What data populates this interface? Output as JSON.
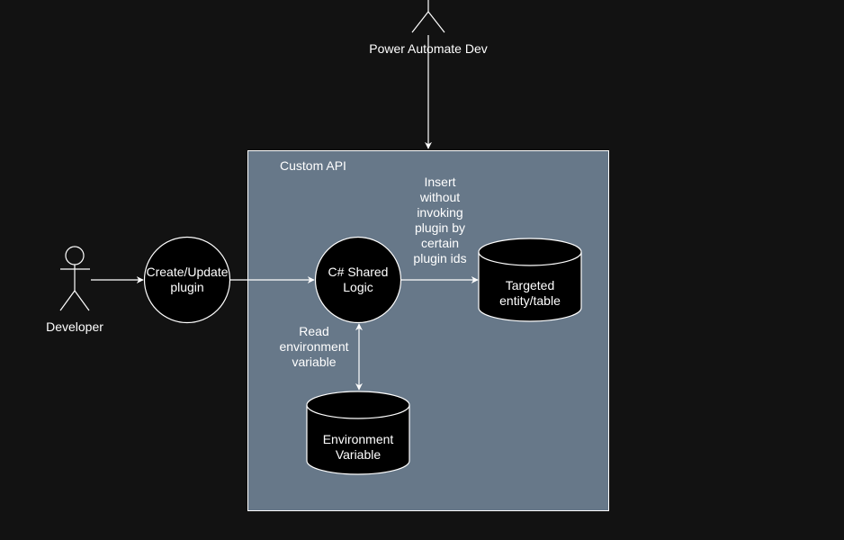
{
  "colors": {
    "background": "#121212",
    "boundary_fill": "#677889",
    "stroke": "#ffffff",
    "node_fill": "#000000",
    "text": "#ffffff"
  },
  "boundary": {
    "label": "Custom API"
  },
  "actors": {
    "power_automate_dev": {
      "label": "Power Automate Dev"
    },
    "developer": {
      "label": "Developer"
    }
  },
  "nodes": {
    "create_update_plugin": {
      "line1": "Create/Update",
      "line2": "plugin"
    },
    "shared_logic": {
      "line1": "C# Shared",
      "line2": "Logic"
    },
    "targeted_table": {
      "line1": "Targeted",
      "line2": "entity/table"
    },
    "environment_variable": {
      "line1": "Environment",
      "line2": "Variable"
    }
  },
  "edges": {
    "insert_label": [
      "Insert",
      "without",
      "invoking",
      "plugin by",
      "certain",
      "plugin ids"
    ],
    "read_label": [
      "Read",
      "environment",
      "variable"
    ]
  }
}
